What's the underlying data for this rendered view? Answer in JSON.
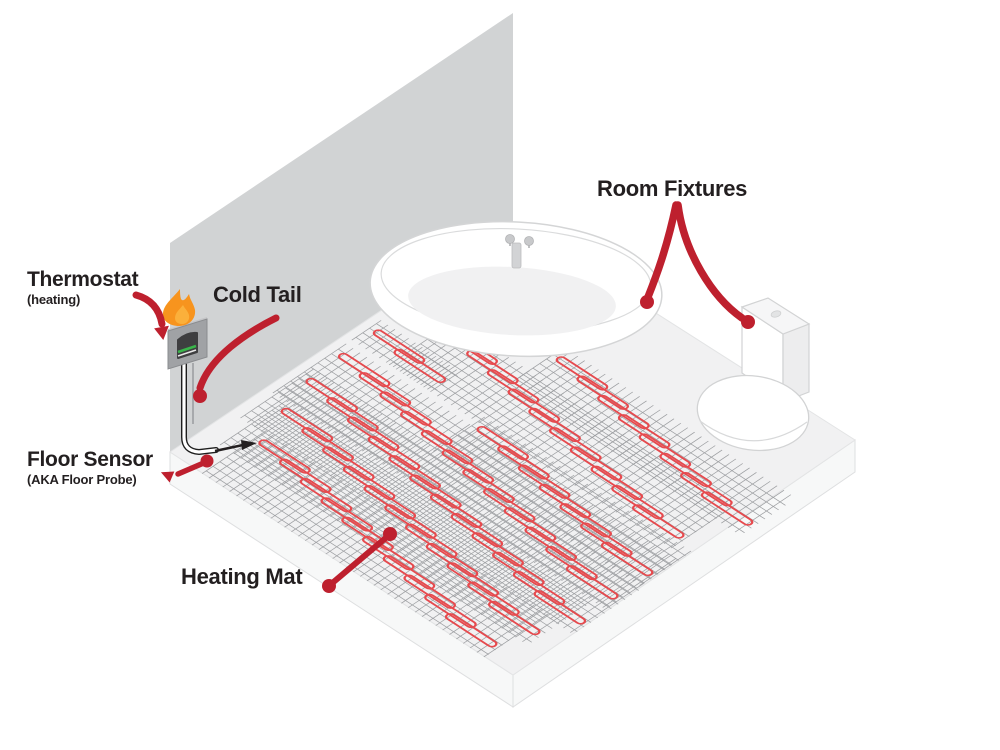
{
  "labels": {
    "thermostat": {
      "text": "Thermostat",
      "sub": "(heating)"
    },
    "cold_tail": {
      "text": "Cold Tail"
    },
    "floor_sensor": {
      "text": "Floor Sensor",
      "sub": "(AKA Floor Probe)"
    },
    "heating_mat": {
      "text": "Heating Mat"
    },
    "room_fixtures": {
      "text": "Room Fixtures"
    }
  },
  "icons": {
    "flame": "flame-icon",
    "thermostat_device": "thermostat-device",
    "bathtub": "bathtub-illustration",
    "toilet": "toilet-illustration",
    "heating_mat": "heating-mat-pattern"
  },
  "colors": {
    "label_text": "#231f20",
    "arrow_red": "#be202e",
    "wire_red": "#e64a4e",
    "mesh_gray": "#9d9fa2",
    "wall_gray": "#d1d3d4",
    "floor_gray": "#f1f1f2",
    "flame_orange": "#f7941e",
    "flame_inner": "#fbb03b",
    "thermostat_green": "#39b54a",
    "cable_dark": "#231f20"
  }
}
